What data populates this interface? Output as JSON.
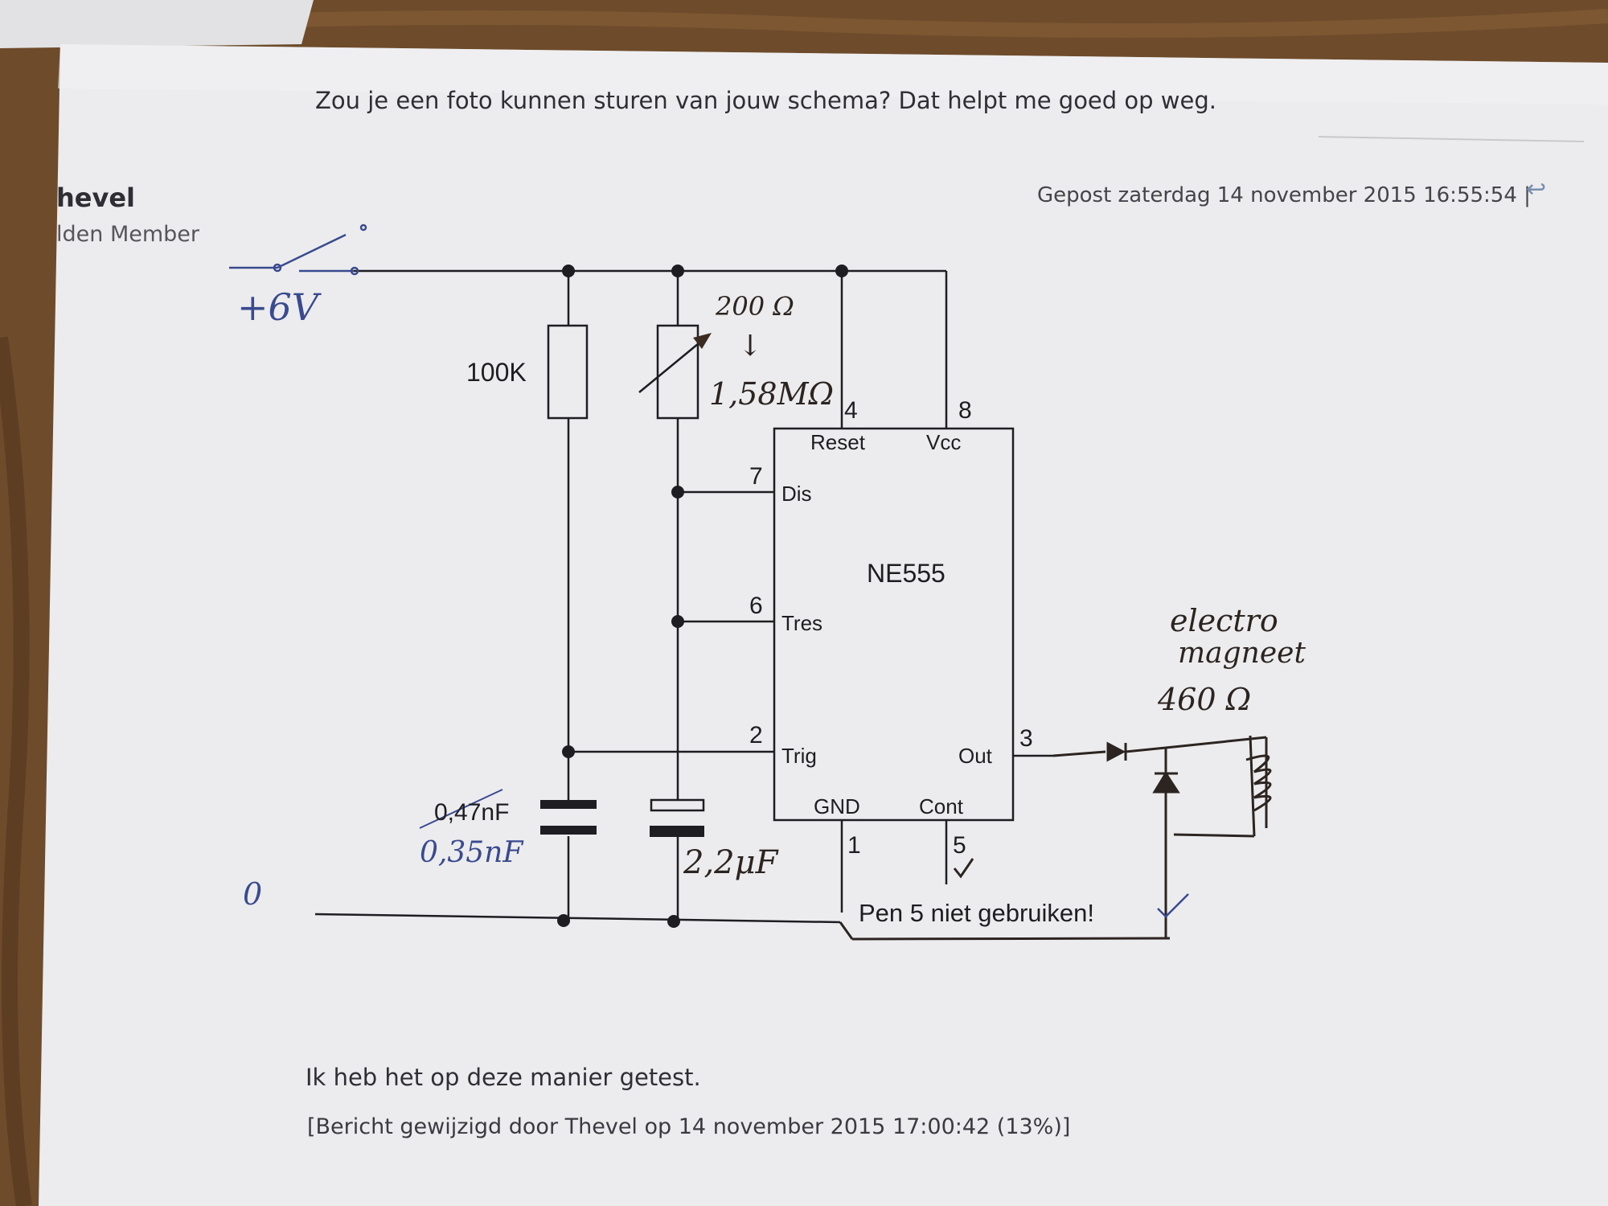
{
  "post": {
    "question": "Zou je een foto kunnen sturen van jouw schema? Dat helpt me goed op weg.",
    "author_name": "hevel",
    "author_rank": "lden Member",
    "posted_at": "Gepost zaterdag 14 november 2015 16:55:54 |",
    "body_text": "Ik heb het op deze manier getest.",
    "edit_note": "[Bericht gewijzigd door Thevel op 14 november 2015 17:00:42 (13%)]"
  },
  "schematic": {
    "ic_name": "NE555",
    "pin_numbers": {
      "reset": "4",
      "vcc": "8",
      "dis": "7",
      "tres": "6",
      "trig": "2",
      "out": "3",
      "gnd": "1",
      "cont": "5"
    },
    "pin_labels": {
      "reset": "Reset",
      "vcc": "Vcc",
      "dis": "Dis",
      "tres": "Tres",
      "trig": "Trig",
      "out": "Out",
      "gnd": "GND",
      "cont": "Cont"
    },
    "resistor_label": "100K",
    "capacitor_label_printed": "0,47nF",
    "pin5_note": "Pen 5 niet gebruiken!"
  },
  "handwritten": {
    "supply": "+6V",
    "ground": "0",
    "pot_value_top": "200 Ω",
    "pot_arrow": "↓",
    "pot_value_bottom": "1,58MΩ",
    "cap_value_small": "0,35nF",
    "cap_value_large": "2,2μF",
    "magnet_line1": "electro",
    "magnet_line2": "magneet",
    "magnet_line3": "460 Ω",
    "checkmark": "✓"
  },
  "colors": {
    "wood": "#6b4a2a",
    "paper": "#ececee",
    "ink_print": "#1e1e22",
    "ink_blue": "#3a4a8f",
    "ink_brown": "#3a2a20"
  }
}
